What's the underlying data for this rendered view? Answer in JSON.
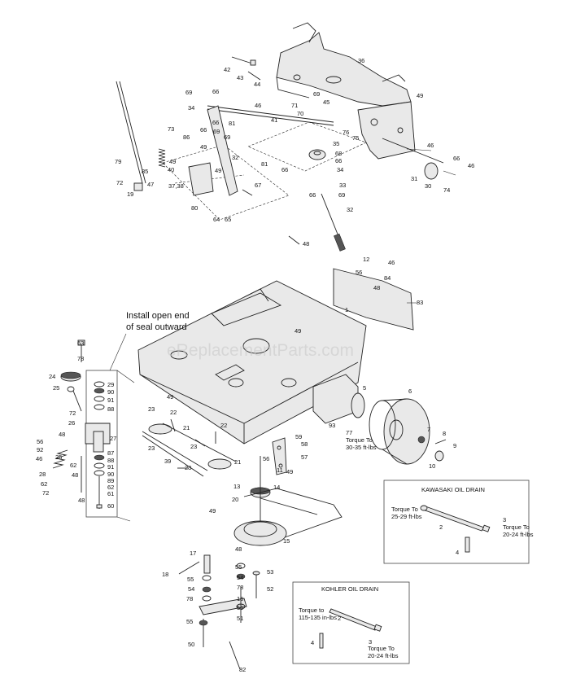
{
  "watermark": "eReplacementParts.com",
  "notes": {
    "install_line1": "Install open end",
    "install_line2": "of seal outward",
    "torque_77_line1": "Torque To",
    "torque_77_line2": "30-35 ft-lbs",
    "kawasaki_torque_a_line1": "Torque To",
    "kawasaki_torque_a_line2": "25-29 ft-lbs",
    "kawasaki_torque_b_line1": "Torque To",
    "kawasaki_torque_b_line2": "20-24 ft-lbs",
    "kohler_torque_a_line1": "Torque to",
    "kohler_torque_a_line2": "115-135 in-lbs",
    "kohler_torque_b_line1": "Torque To",
    "kohler_torque_b_line2": "20-24 ft-lbs"
  },
  "boxes": {
    "kawasaki_title": "KAWASAKI OIL DRAIN",
    "kohler_title": "KOHLER OIL DRAIN"
  },
  "callouts": {
    "c1": "1",
    "c2": "2",
    "c3": "3",
    "c4": "4",
    "c5": "5",
    "c6": "6",
    "c7": "7",
    "c8": "8",
    "c9": "9",
    "c10": "10",
    "c11": "11",
    "c12": "12",
    "c13": "13",
    "c14": "14",
    "c15": "15",
    "c16": "16",
    "c17": "17",
    "c18": "18",
    "c19": "19",
    "c20": "20",
    "c21": "21",
    "c22": "22",
    "c23": "23",
    "c24": "24",
    "c25": "25",
    "c26": "26",
    "c27": "27",
    "c28": "28",
    "c29": "29",
    "c30": "30",
    "c31": "31",
    "c32": "32",
    "c33": "33",
    "c34": "34",
    "c35": "35",
    "c36": "36",
    "c37_38": "37,38",
    "c39": "39",
    "c40": "40",
    "c41": "41",
    "c42": "42",
    "c43": "43",
    "c44": "44",
    "c45": "45",
    "c46": "46",
    "c47": "47",
    "c48": "48",
    "c49": "49",
    "c50": "50",
    "c51": "51",
    "c52": "52",
    "c53": "53",
    "c54": "54",
    "c55": "55",
    "c56": "56",
    "c57": "57",
    "c58": "58",
    "c59": "59",
    "c60": "60",
    "c61": "61",
    "c62": "62",
    "c63": "63",
    "c64": "64",
    "c65": "65",
    "c66": "66",
    "c67": "67",
    "c68": "68",
    "c69": "69",
    "c70": "70",
    "c71": "71",
    "c72": "72",
    "c73": "73",
    "c74": "74",
    "c75": "75",
    "c76": "76",
    "c77": "77",
    "c78": "78",
    "c79": "79",
    "c80": "80",
    "c81": "81",
    "c82": "82",
    "c83": "83",
    "c84": "84",
    "c85": "85",
    "c86": "86",
    "c87": "87",
    "c88": "88",
    "c89": "89",
    "c90": "90",
    "c91": "91",
    "c92": "92",
    "c93": "93"
  }
}
